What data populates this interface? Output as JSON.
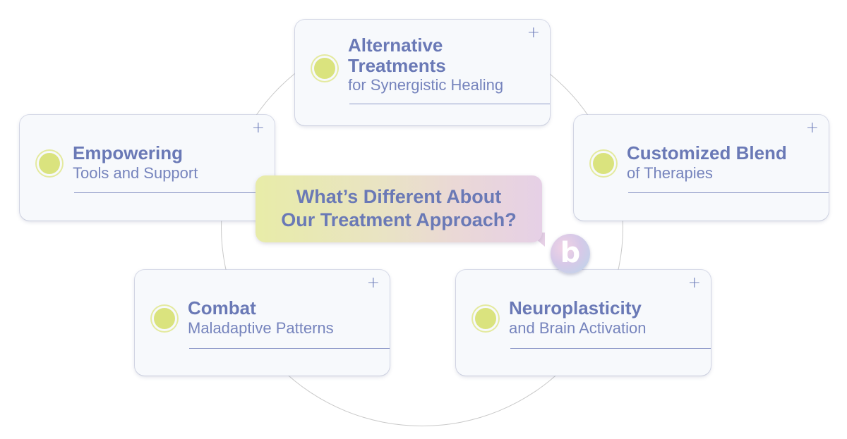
{
  "center": {
    "line1": "What’s Different About",
    "line2": "Our Treatment Approach?"
  },
  "logo": {
    "letter": "b"
  },
  "cards": [
    {
      "title1": "Alternative",
      "title2": "Treatments",
      "subtitle": "for Synergistic Healing",
      "action_icon": "plus-icon"
    },
    {
      "title1": "Empowering",
      "subtitle": "Tools and Support",
      "action_icon": "plus-icon"
    },
    {
      "title1": "Customized Blend",
      "subtitle": "of Therapies",
      "action_icon": "plus-icon"
    },
    {
      "title1": "Combat",
      "subtitle": "Maladaptive Patterns",
      "action_icon": "plus-icon"
    },
    {
      "title1": "Neuroplasticity",
      "subtitle": "and Brain Activation",
      "action_icon": "plus-icon"
    }
  ],
  "plus_symbol": "+",
  "colors": {
    "text": "#6a79b6",
    "bullet": "#dae37e",
    "card_bg": "#f7f9fc",
    "ring": "#c9c9c9"
  }
}
